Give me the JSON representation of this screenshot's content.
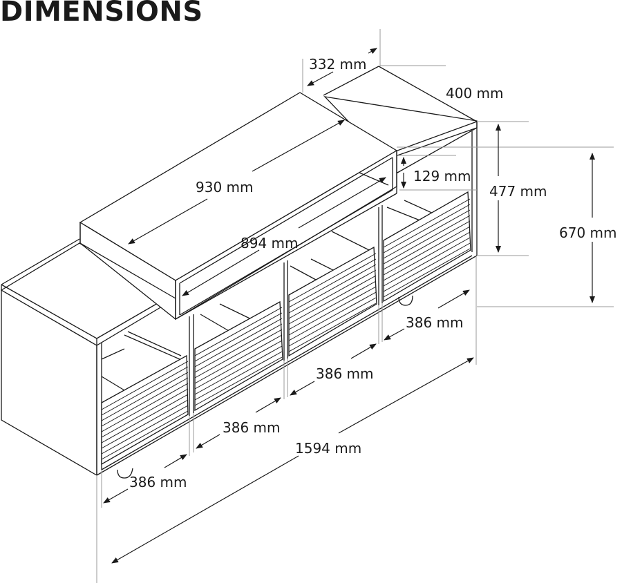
{
  "title": "DIMENSIONS",
  "diagram": {
    "subject": "TV stand with raised top shelf and four slatted doors",
    "line_color": "#1a1a1a",
    "extension_line_color": "#9a9a9a",
    "dimensions": {
      "top_depth": "332 mm",
      "body_depth": "400 mm",
      "top_shelf_width": "930 mm",
      "top_shelf_inner_width": "894 mm",
      "top_shelf_opening_height": "129 mm",
      "body_height": "477 mm",
      "total_height": "670 mm",
      "door_width_1": "386 mm",
      "door_width_2": "386 mm",
      "door_width_3": "386 mm",
      "door_width_4": "386 mm",
      "total_width": "1594 mm"
    }
  }
}
